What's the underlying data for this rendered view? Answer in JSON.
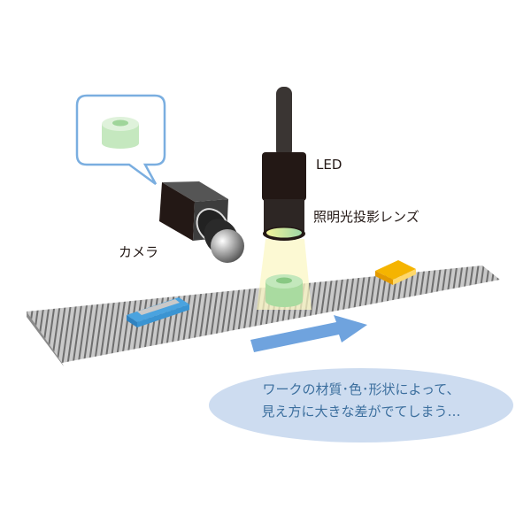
{
  "labels": {
    "led": "LED",
    "lens": "照明光投影レンズ",
    "camera": "カメラ"
  },
  "message": {
    "line1": "ワークの材質･色･形状によって、",
    "line2": "見え方に大きな差がでてしまう…"
  },
  "colors": {
    "bubble_stroke": "#7aaee0",
    "work_green": "#a9dba0",
    "arrow_blue": "#6fa3de",
    "message_bg": "#cddcf0",
    "message_text": "#3c6f9e",
    "block_orange": "#f5b400",
    "block_blue": "#4aa3df"
  }
}
